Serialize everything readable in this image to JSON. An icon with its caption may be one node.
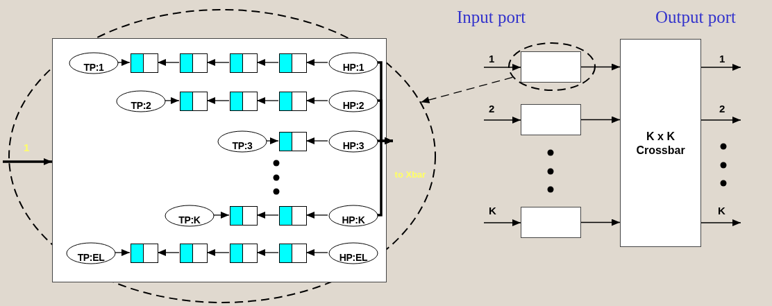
{
  "diagram": {
    "nodes": [
      {
        "text": [],
        "shape": "ellipse"
      },
      {
        "text": [],
        "shape": "box",
        "in": 0
      },
      {
        "text": [
          "TP:1"
        ],
        "in": 1
      },
      {
        "text": [],
        "shape": "box",
        "in": 1
      },
      {
        "text": [],
        "shape": "box",
        "in": 1
      },
      {
        "text": [],
        "shape": "box",
        "in": 1
      },
      {
        "text": [],
        "shape": "box",
        "in": 1
      },
      {
        "text": [
          "HP:1"
        ],
        "in": 1
      },
      {
        "text": [
          "TP:2"
        ],
        "in": 1
      },
      {
        "text": [],
        "shape": "box",
        "in": 1
      },
      {
        "text": [],
        "shape": "box",
        "in": 1
      },
      {
        "text": [],
        "shape": "box",
        "in": 1
      },
      {
        "text": [
          "HP:2"
        ],
        "in": 1
      },
      {
        "text": [
          "TP:3"
        ],
        "in": 1
      },
      {
        "text": [],
        "shape": "box",
        "in": 1
      },
      {
        "text": [
          "HP:3"
        ],
        "in": 1
      },
      {
        "text": [
          "TP:K"
        ],
        "in": 1
      },
      {
        "text": [],
        "shape": "box",
        "in": 1
      },
      {
        "text": [],
        "shape": "box",
        "in": 1
      },
      {
        "text": [
          "HP:K"
        ],
        "in": 1
      },
      {
        "text": [
          "TP:EL"
        ],
        "in": 1
      },
      {
        "text": [],
        "shape": "box",
        "in": 1
      },
      {
        "text": [],
        "shape": "box",
        "in": 1
      },
      {
        "text": [],
        "shape": "box",
        "in": 1
      },
      {
        "text": [],
        "shape": "box",
        "in": 1
      },
      {
        "text": [
          "HP:EL"
        ],
        "in": 1
      },
      {
        "text": [
          "to Xbar"
        ],
        "in": 0
      },
      {
        "text": [],
        "shape": "ellipse"
      },
      {
        "text": [],
        "shape": "box",
        "in": 27
      },
      {
        "text": [],
        "shape": "box"
      },
      {
        "text": [],
        "shape": "box"
      },
      {
        "text": [
          "K x K Crossbar"
        ]
      }
    ],
    "edges": [
      {
        "from": 2,
        "to": 3,
        "arrow": "to"
      },
      {
        "from": 4,
        "to": 3,
        "arrow": "to"
      },
      {
        "from": 5,
        "to": 4,
        "arrow": "to"
      },
      {
        "from": 6,
        "to": 5,
        "arrow": "to"
      },
      {
        "from": 7,
        "to": 6,
        "arrow": "to"
      },
      {
        "from": 8,
        "to": 9,
        "arrow": "to"
      },
      {
        "from": 10,
        "to": 9,
        "arrow": "to"
      },
      {
        "from": 11,
        "to": 10,
        "arrow": "to"
      },
      {
        "from": 12,
        "to": 11,
        "arrow": "to"
      },
      {
        "from": 13,
        "to": 14,
        "arrow": "to"
      },
      {
        "from": 15,
        "to": 14,
        "arrow": "to"
      },
      {
        "from": 16,
        "to": 17,
        "arrow": "to"
      },
      {
        "from": 18,
        "to": 17,
        "arrow": "to"
      },
      {
        "from": 19,
        "to": 18,
        "arrow": "to"
      },
      {
        "from": 20,
        "to": 21,
        "arrow": "to"
      },
      {
        "from": 22,
        "to": 21,
        "arrow": "to"
      },
      {
        "from": 23,
        "to": 22,
        "arrow": "to"
      },
      {
        "from": 24,
        "to": 23,
        "arrow": "to"
      },
      {
        "from": 25,
        "to": 24,
        "arrow": "to"
      },
      {
        "from": 7,
        "to": 26,
        "arrow": "to",
        "style": "thick"
      },
      {
        "from": 12,
        "to": 26,
        "arrow": "to",
        "style": "thick"
      },
      {
        "from": 15,
        "to": 26,
        "arrow": "to",
        "style": "thick"
      },
      {
        "from": 19,
        "to": 26,
        "arrow": "to",
        "style": "thick"
      },
      {
        "from": null,
        "to": 1,
        "arrow": "to",
        "label": "1",
        "style": "thick"
      },
      {
        "from": 27,
        "to": 0,
        "arrow": "to",
        "style": "dashed"
      },
      {
        "from": null,
        "to": 28,
        "arrow": "to",
        "label": "1"
      },
      {
        "from": null,
        "to": 29,
        "arrow": "to",
        "label": "2"
      },
      {
        "from": null,
        "to": 30,
        "arrow": "to",
        "label": "K"
      },
      {
        "from": 28,
        "to": 31,
        "arrow": "to"
      },
      {
        "from": 29,
        "to": 31,
        "arrow": "to"
      },
      {
        "from": 30,
        "to": 31,
        "arrow": "to"
      },
      {
        "from": 31,
        "to": null,
        "arrow": "to",
        "label": "1"
      },
      {
        "from": 31,
        "to": null,
        "arrow": "to",
        "label": "2"
      },
      {
        "from": 31,
        "to": null,
        "arrow": "to",
        "label": "K"
      }
    ],
    "labels": [
      "Input port",
      "Output port"
    ]
  }
}
